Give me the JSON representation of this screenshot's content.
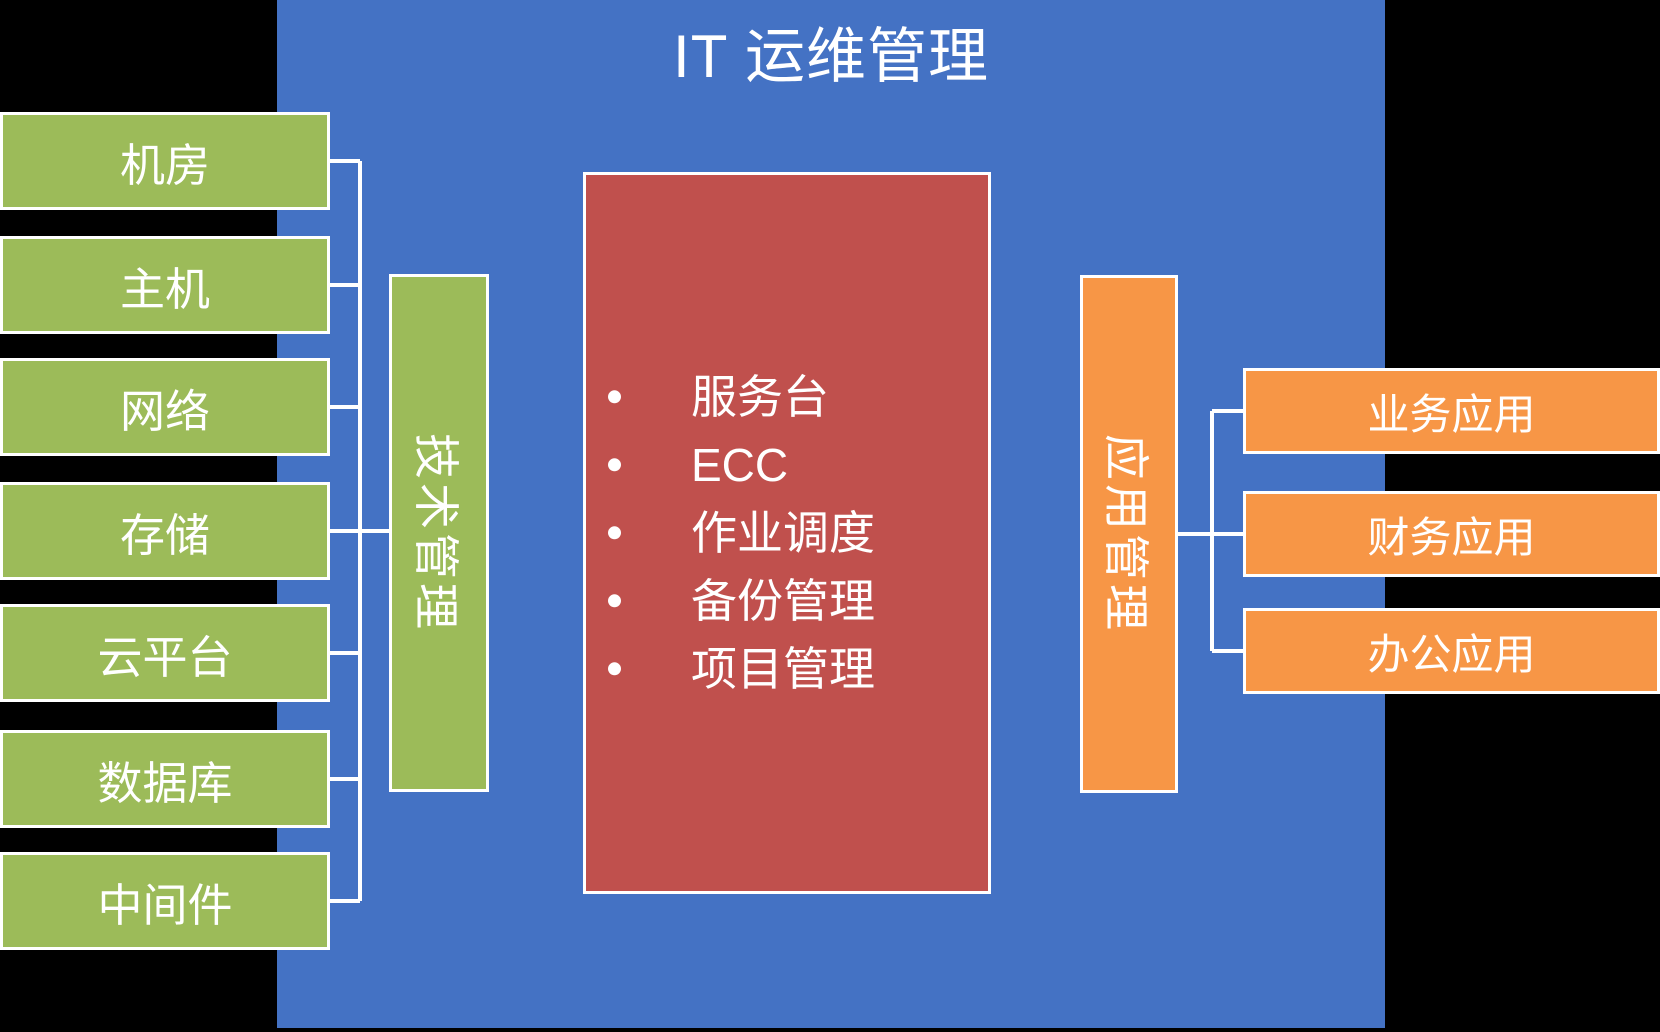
{
  "diagram": {
    "title": "IT 运维管理",
    "colors": {
      "panel_blue": "#4472c4",
      "infrastructure_green": "#9cbb59",
      "core_red": "#c0504d",
      "application_orange": "#f79646",
      "outline_white": "#ffffff",
      "background_black": "#000000"
    }
  },
  "infrastructure": {
    "group_label": "技术管理",
    "items": [
      {
        "label": "机房"
      },
      {
        "label": "主机"
      },
      {
        "label": "网络"
      },
      {
        "label": "存储"
      },
      {
        "label": "云平台"
      },
      {
        "label": "数据库"
      },
      {
        "label": "中间件"
      }
    ]
  },
  "core": {
    "items": [
      {
        "label": "服务台"
      },
      {
        "label": "ECC"
      },
      {
        "label": "作业调度"
      },
      {
        "label": "备份管理"
      },
      {
        "label": "项目管理"
      }
    ]
  },
  "applications": {
    "group_label": "应用管理",
    "items": [
      {
        "label": "业务应用"
      },
      {
        "label": "财务应用"
      },
      {
        "label": "办公应用"
      }
    ]
  }
}
